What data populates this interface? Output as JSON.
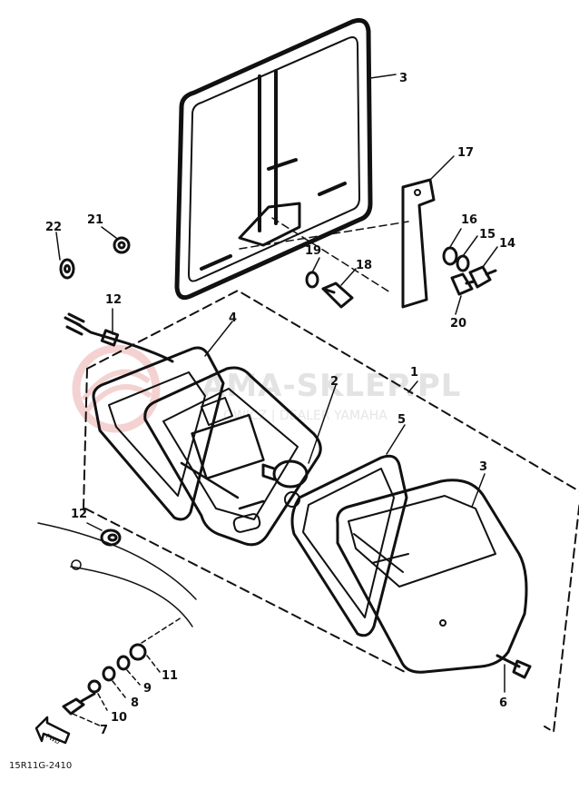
{
  "watermark": {
    "main": "AMA-SKLEP.PL",
    "sub": "OWICZ | DEALER YAMAHA"
  },
  "diagram_code": "15R11G-2410",
  "fwd_label": "FWD",
  "callouts": [
    {
      "key": "c3top",
      "text": "3"
    },
    {
      "key": "c17",
      "text": "17"
    },
    {
      "key": "c16",
      "text": "16"
    },
    {
      "key": "c15",
      "text": "15"
    },
    {
      "key": "c14",
      "text": "14"
    },
    {
      "key": "c22",
      "text": "22"
    },
    {
      "key": "c21",
      "text": "21"
    },
    {
      "key": "c19",
      "text": "19"
    },
    {
      "key": "c18",
      "text": "18"
    },
    {
      "key": "c20",
      "text": "20"
    },
    {
      "key": "c12top",
      "text": "12"
    },
    {
      "key": "c4",
      "text": "4"
    },
    {
      "key": "c1",
      "text": "1"
    },
    {
      "key": "c2",
      "text": "2"
    },
    {
      "key": "c5",
      "text": "5"
    },
    {
      "key": "c3lens",
      "text": "3"
    },
    {
      "key": "c12mid",
      "text": "12"
    },
    {
      "key": "c11",
      "text": "11"
    },
    {
      "key": "c9",
      "text": "9"
    },
    {
      "key": "c8",
      "text": "8"
    },
    {
      "key": "c10",
      "text": "10"
    },
    {
      "key": "c7",
      "text": "7"
    },
    {
      "key": "c6",
      "text": "6"
    }
  ]
}
